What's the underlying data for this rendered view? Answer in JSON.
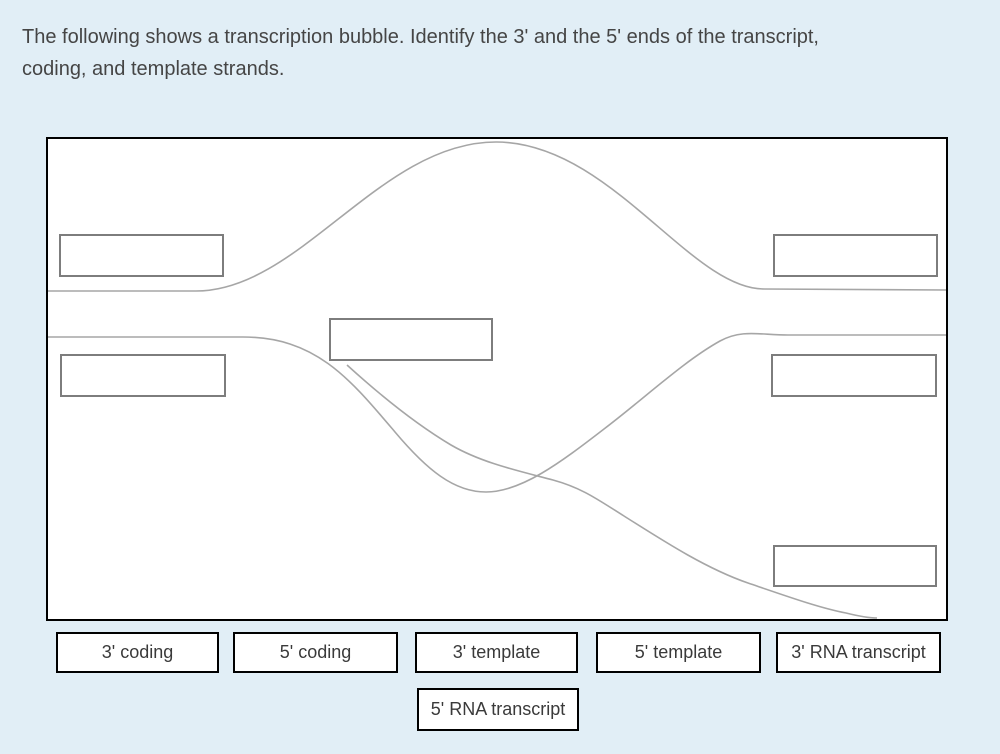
{
  "question": {
    "lines": [
      "The following shows a transcription bubble. Identify the 3' and the 5' ends of the transcript,",
      "coding, and template strands."
    ]
  },
  "diagram": {
    "subject": "transcription bubble",
    "curves": [
      "coding strand",
      "template strand",
      "RNA transcript"
    ],
    "empty_answer_slots": 6
  },
  "tiles": [
    {
      "label": "3' coding"
    },
    {
      "label": "5' coding"
    },
    {
      "label": "3' template"
    },
    {
      "label": "5' template"
    },
    {
      "label": "3' RNA transcript"
    },
    {
      "label": "5' RNA transcript"
    }
  ],
  "colors": {
    "page_background": "#e1eef6",
    "panel_background": "#ffffff",
    "panel_border": "#000000",
    "slot_border": "#7d7d7d",
    "tile_border": "#000000",
    "curve": "#a6a6a6",
    "text": "#454545"
  }
}
